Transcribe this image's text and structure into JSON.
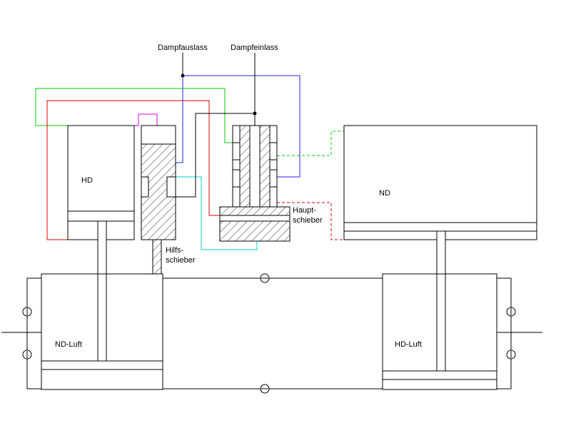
{
  "labels": {
    "steam_outlet": "Dampfauslass",
    "steam_inlet": "Dampfeinlass",
    "hp_cylinder": "HD",
    "lp_cylinder": "ND",
    "main_valve_line1": "Haupt-",
    "main_valve_line2": "schieber",
    "aux_valve_line1": "Hilfs-",
    "aux_valve_line2": "schieber",
    "lp_air": "ND-Luft",
    "hp_air": "HD-Luft"
  },
  "colors": {
    "outline": "#000000",
    "green_pipe": "#00cc00",
    "red_pipe": "#e00000",
    "blue_pipe": "#2222ee",
    "magenta_pipe": "#dd00dd",
    "cyan_pipe": "#00cccc"
  }
}
